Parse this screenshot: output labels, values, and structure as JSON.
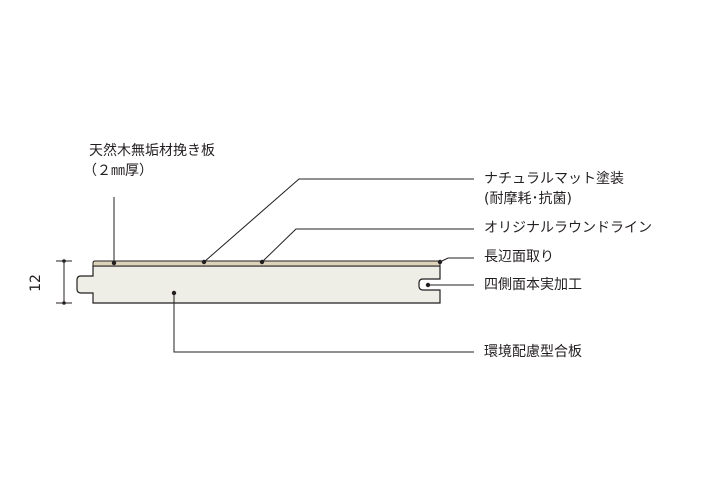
{
  "labels": {
    "veneer_line1": "天然木無垢材挽き板",
    "veneer_line2": "（２㎜厚）",
    "coating_line1": "ナチュラルマット塗装",
    "coating_line2": "(耐摩耗･抗菌)",
    "round_line": "オリジナルラウンドライン",
    "chamfer": "長辺面取り",
    "tongue_groove": "四側面本実加工",
    "plywood": "環境配慮型合板"
  },
  "dimension": {
    "thickness": "12"
  },
  "colors": {
    "line": "#231f20",
    "board_fill": "#eeeee6",
    "veneer_fill": "#ddd3b8",
    "text": "#231f20"
  }
}
